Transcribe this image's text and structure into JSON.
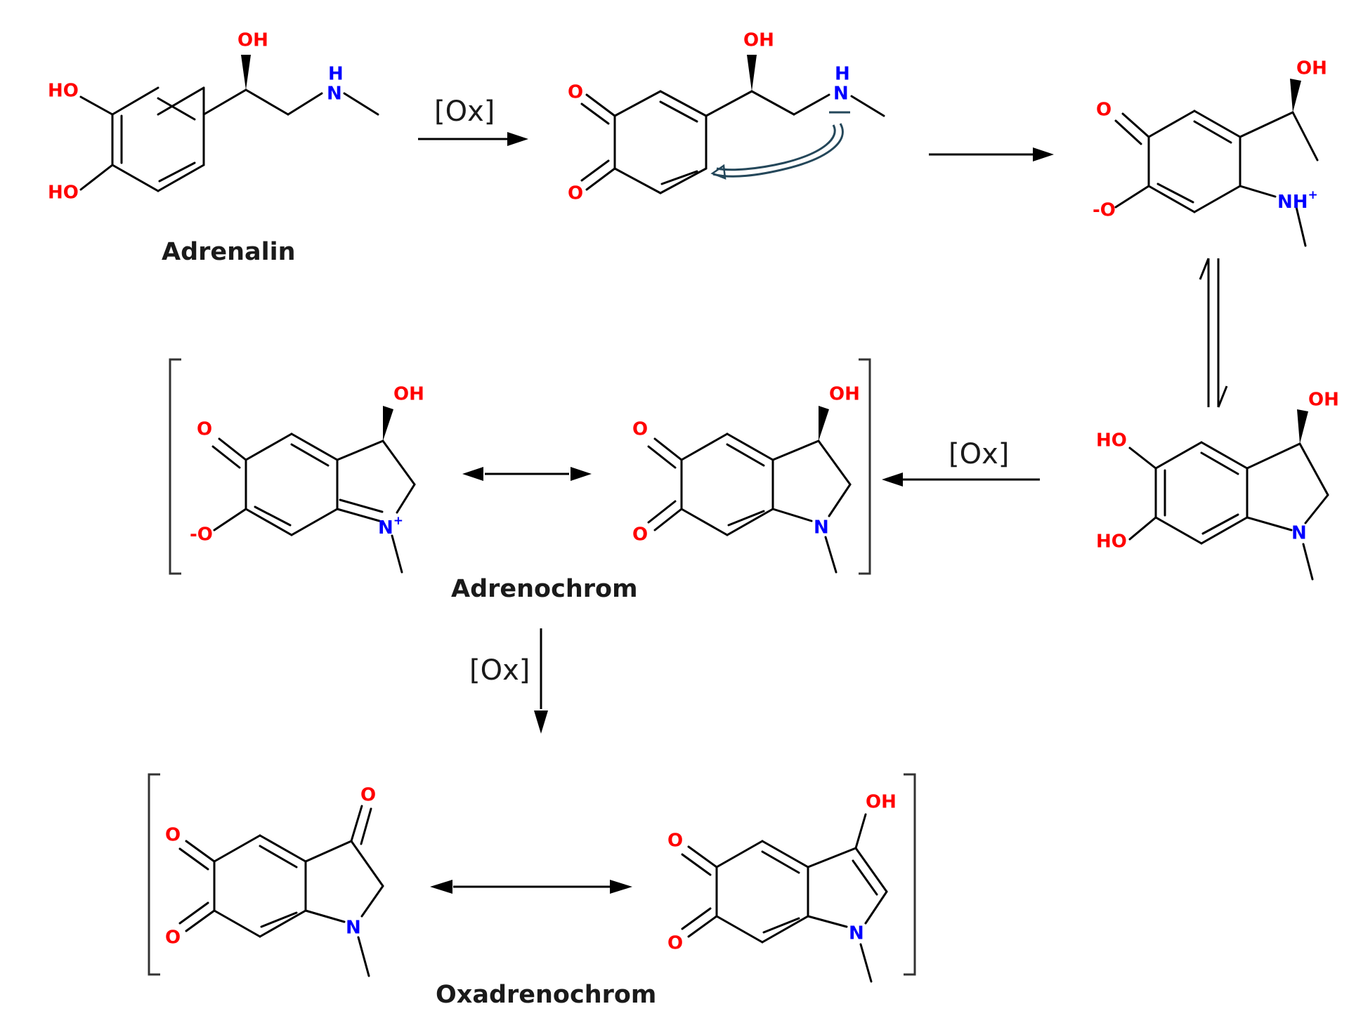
{
  "labels": {
    "adrenalin": "Adrenalin",
    "adrenochrom": "Adrenochrom",
    "oxadrenochrom": "Oxadrenochrom"
  },
  "reagents": {
    "ox1": "[Ox]",
    "ox2": "[Ox]",
    "ox3": "[Ox]"
  },
  "atoms": {
    "oh": "OH",
    "ho": "HO",
    "o": "O",
    "n": "N",
    "nh": "NH",
    "h": "H",
    "o_minus": "-O",
    "plus": "+"
  },
  "colors": {
    "oxygen": "#ff0000",
    "nitrogen": "#0000ff",
    "bond": "#000000",
    "curly_arrow": "#24475a"
  }
}
